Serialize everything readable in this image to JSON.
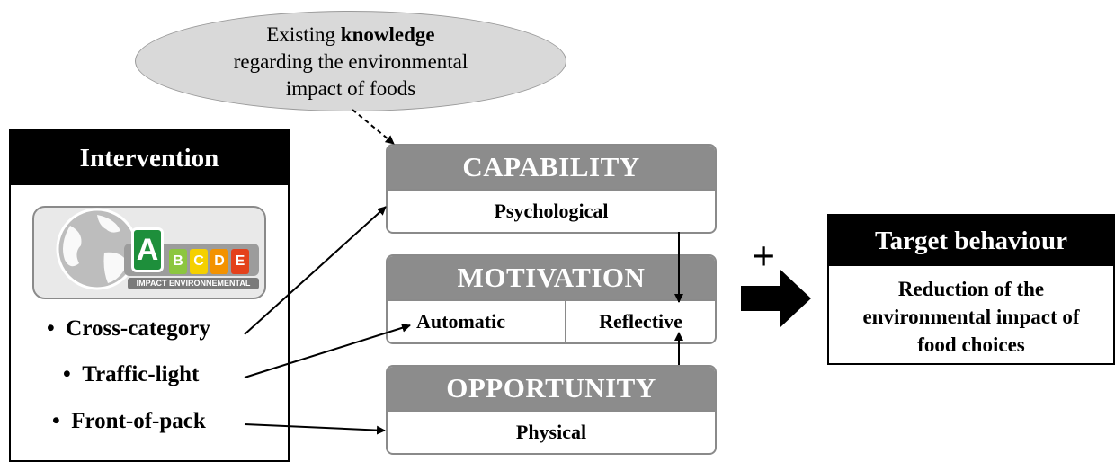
{
  "knowledge": {
    "line1_prefix": "Existing",
    "line1_bold": "knowledge",
    "line2": "regarding the environmental",
    "line3": "impact of foods"
  },
  "intervention": {
    "title": "Intervention",
    "logo": {
      "letters": [
        "A",
        "B",
        "C",
        "D",
        "E"
      ],
      "letter_colors": [
        "#1e8f3b",
        "#8cc63f",
        "#f5d000",
        "#f39200",
        "#e4411b"
      ],
      "caption": "IMPACT ENVIRONNEMENTAL"
    },
    "bullets": [
      "Cross-category",
      "Traffic-light",
      "Front-of-pack"
    ],
    "bullet_symbol": "•"
  },
  "comb": {
    "capability": {
      "title": "CAPABILITY",
      "sub": "Psychological"
    },
    "motivation": {
      "title": "MOTIVATION",
      "sub_left": "Automatic",
      "sub_right": "Reflective"
    },
    "opportunity": {
      "title": "OPPORTUNITY",
      "sub": "Physical"
    }
  },
  "plus_symbol": "+",
  "target": {
    "title": "Target behaviour",
    "lines": [
      "Reduction of the",
      "environmental impact of",
      "food choices"
    ]
  },
  "colors": {
    "header_black": "#000000",
    "comb_header_grey": "#8c8c8c",
    "ellipse_grey": "#d9d9d9"
  }
}
